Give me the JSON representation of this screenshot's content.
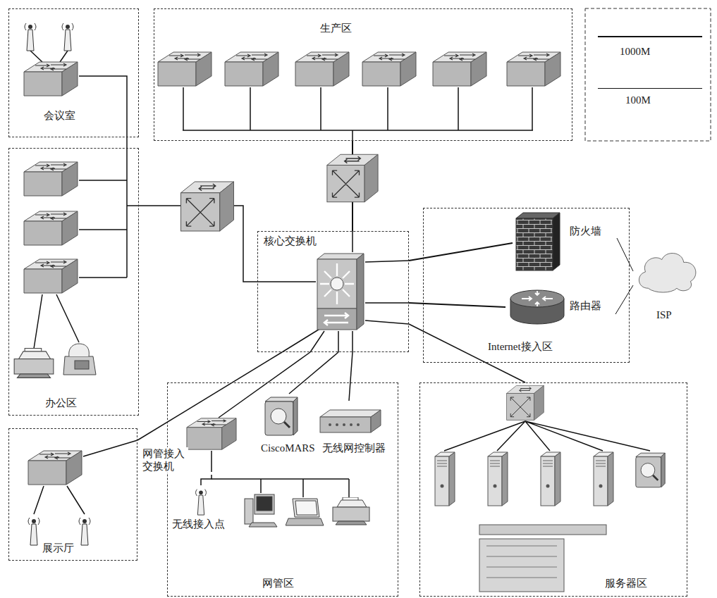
{
  "diagram": {
    "nodes": [
      {
        "text": [
          "生产区"
        ]
      },
      {
        "text": [
          "会议室"
        ]
      },
      {
        "text": [
          "办公区"
        ]
      },
      {
        "text": [
          "核心交换机"
        ]
      },
      {
        "text": [
          "Internet接入区"
        ]
      },
      {
        "text": [
          "防火墙"
        ],
        "in": 4
      },
      {
        "text": [
          "路由器"
        ],
        "in": 4
      },
      {
        "text": [
          "ISP"
        ]
      },
      {
        "text": [
          "展示厅"
        ]
      },
      {
        "text": [
          "网管区"
        ]
      },
      {
        "text": [
          "网管接入 交换机"
        ],
        "in": 9
      },
      {
        "text": [
          "CiscoMARS"
        ],
        "in": 9
      },
      {
        "text": [
          "无线网控制器"
        ],
        "in": 9
      },
      {
        "text": [
          "无线接入点"
        ],
        "in": 9
      },
      {
        "text": [
          "服务器区"
        ]
      }
    ],
    "edges": [
      {
        "from": 0,
        "to": 3,
        "arrow": "none"
      },
      {
        "from": 1,
        "to": 2,
        "arrow": "none"
      },
      {
        "from": 2,
        "to": 3,
        "arrow": "none"
      },
      {
        "from": 3,
        "to": 5,
        "arrow": "none"
      },
      {
        "from": 3,
        "to": 6,
        "arrow": "none"
      },
      {
        "from": 5,
        "to": 7,
        "arrow": "none"
      },
      {
        "from": 6,
        "to": 7,
        "arrow": "none"
      },
      {
        "from": 3,
        "to": 10,
        "arrow": "none"
      },
      {
        "from": 3,
        "to": 11,
        "arrow": "none"
      },
      {
        "from": 3,
        "to": 12,
        "arrow": "none"
      },
      {
        "from": 3,
        "to": 8,
        "arrow": "none"
      },
      {
        "from": 3,
        "to": 14,
        "arrow": "none"
      },
      {
        "from": 10,
        "to": 13,
        "arrow": "none"
      }
    ],
    "legend": [
      {
        "text": "1000M"
      },
      {
        "text": "100M"
      }
    ]
  }
}
